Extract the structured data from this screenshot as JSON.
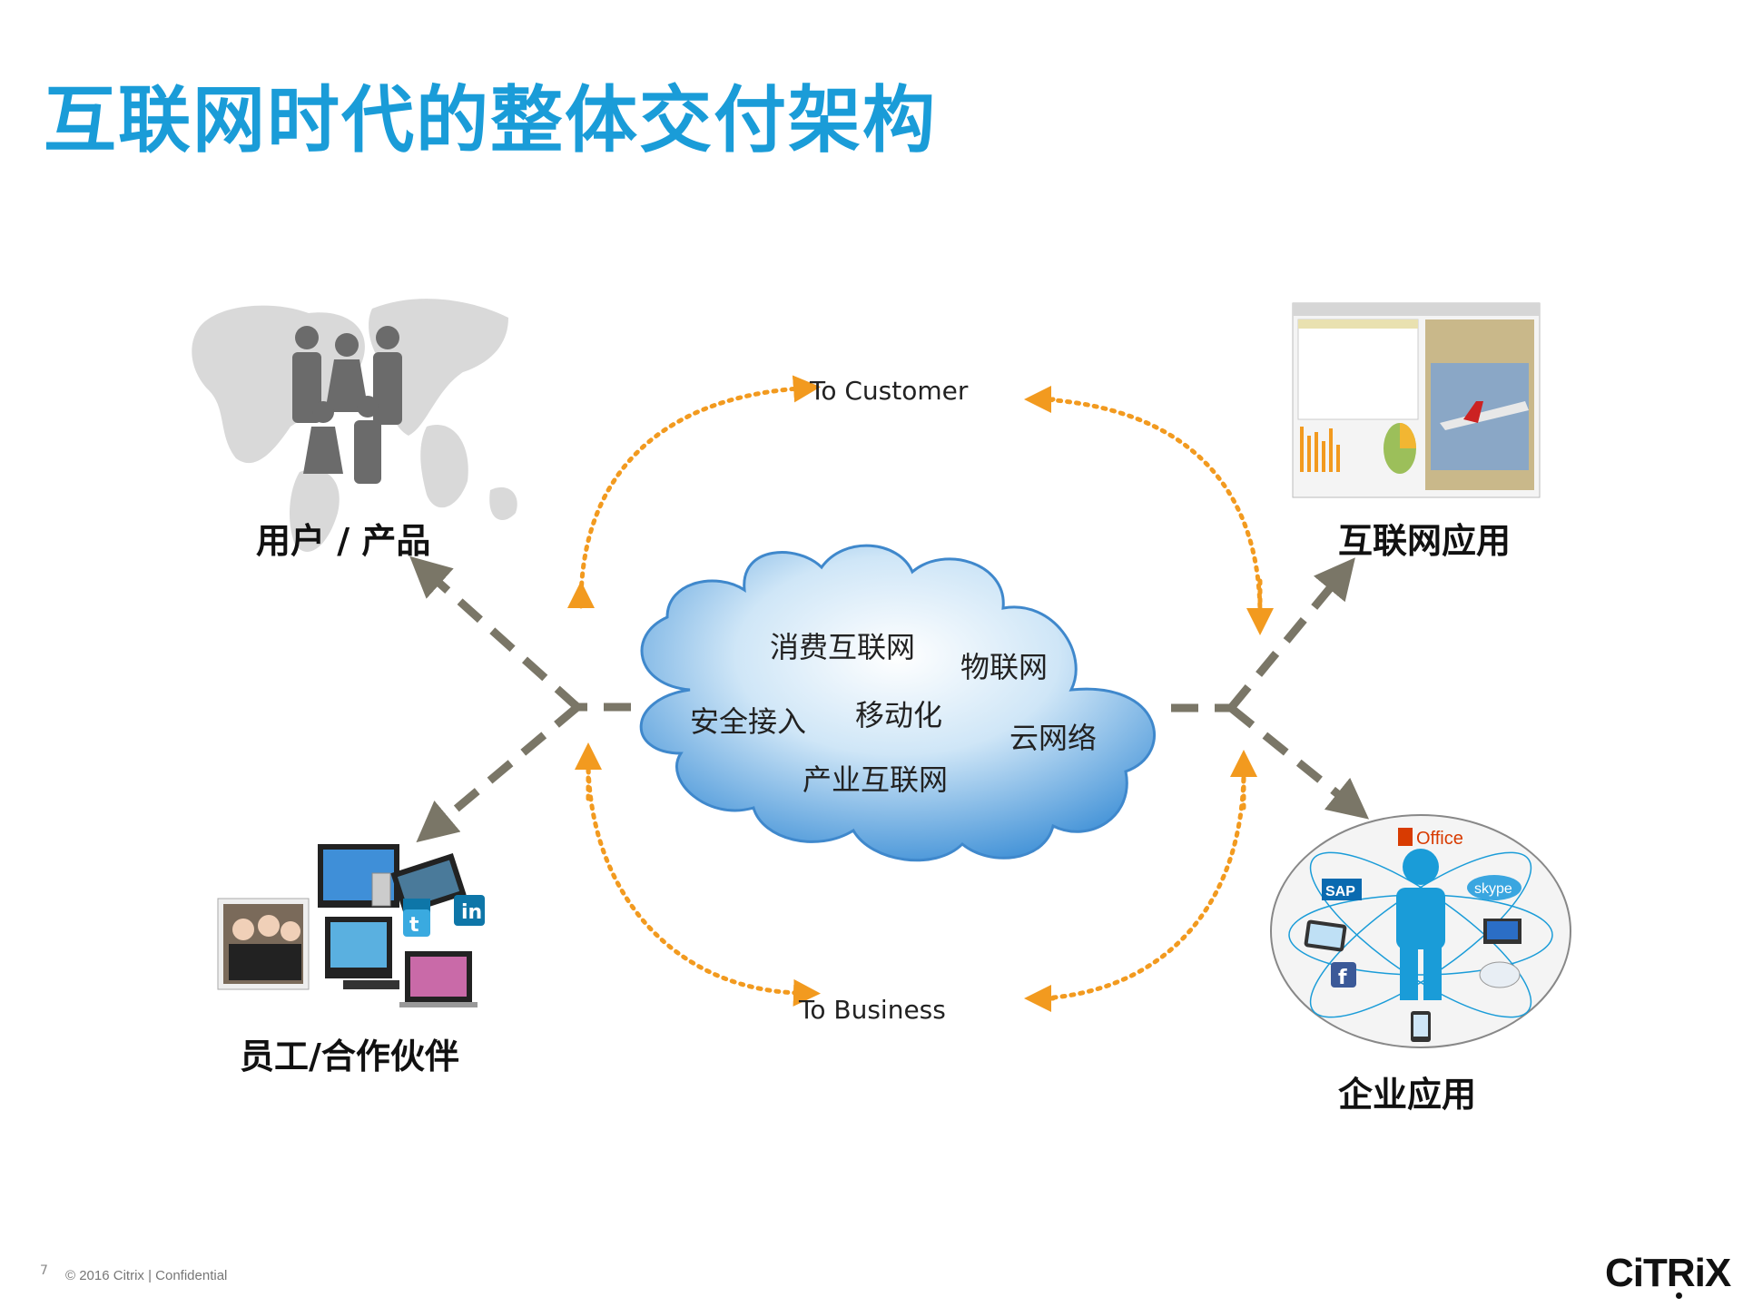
{
  "title": "互联网时代的整体交付架构",
  "nodes": {
    "users": "用户 / 产品",
    "internet_apps": "互联网应用",
    "employees": "员工/合作伙伴",
    "enterprise_apps": "企业应用"
  },
  "cloud_words": [
    "消费互联网",
    "物联网",
    "安全接入",
    "移动化",
    "云网络",
    "产业互联网"
  ],
  "flows": {
    "to_customer": "To Customer",
    "to_business": "To Business"
  },
  "app_labels": {
    "office": "Office",
    "sap": "SAP",
    "skype": "skype",
    "twitter": "t",
    "linkedin": "in",
    "facebook": "f"
  },
  "footer": {
    "page_number": "7",
    "copyright": "© 2016 Citrix | Confidential",
    "logo": "CiTRiX"
  },
  "colors": {
    "title": "#1a9cd8",
    "arrow_dashed": "#7a7667",
    "arrow_orange": "#f29a1f",
    "cloud": "#5aaee6",
    "person_enterprise": "#1a9cd8"
  },
  "icons": [
    "world-map",
    "people-group",
    "dashboard-screenshot",
    "devices-collage",
    "enterprise-apps-circle"
  ]
}
